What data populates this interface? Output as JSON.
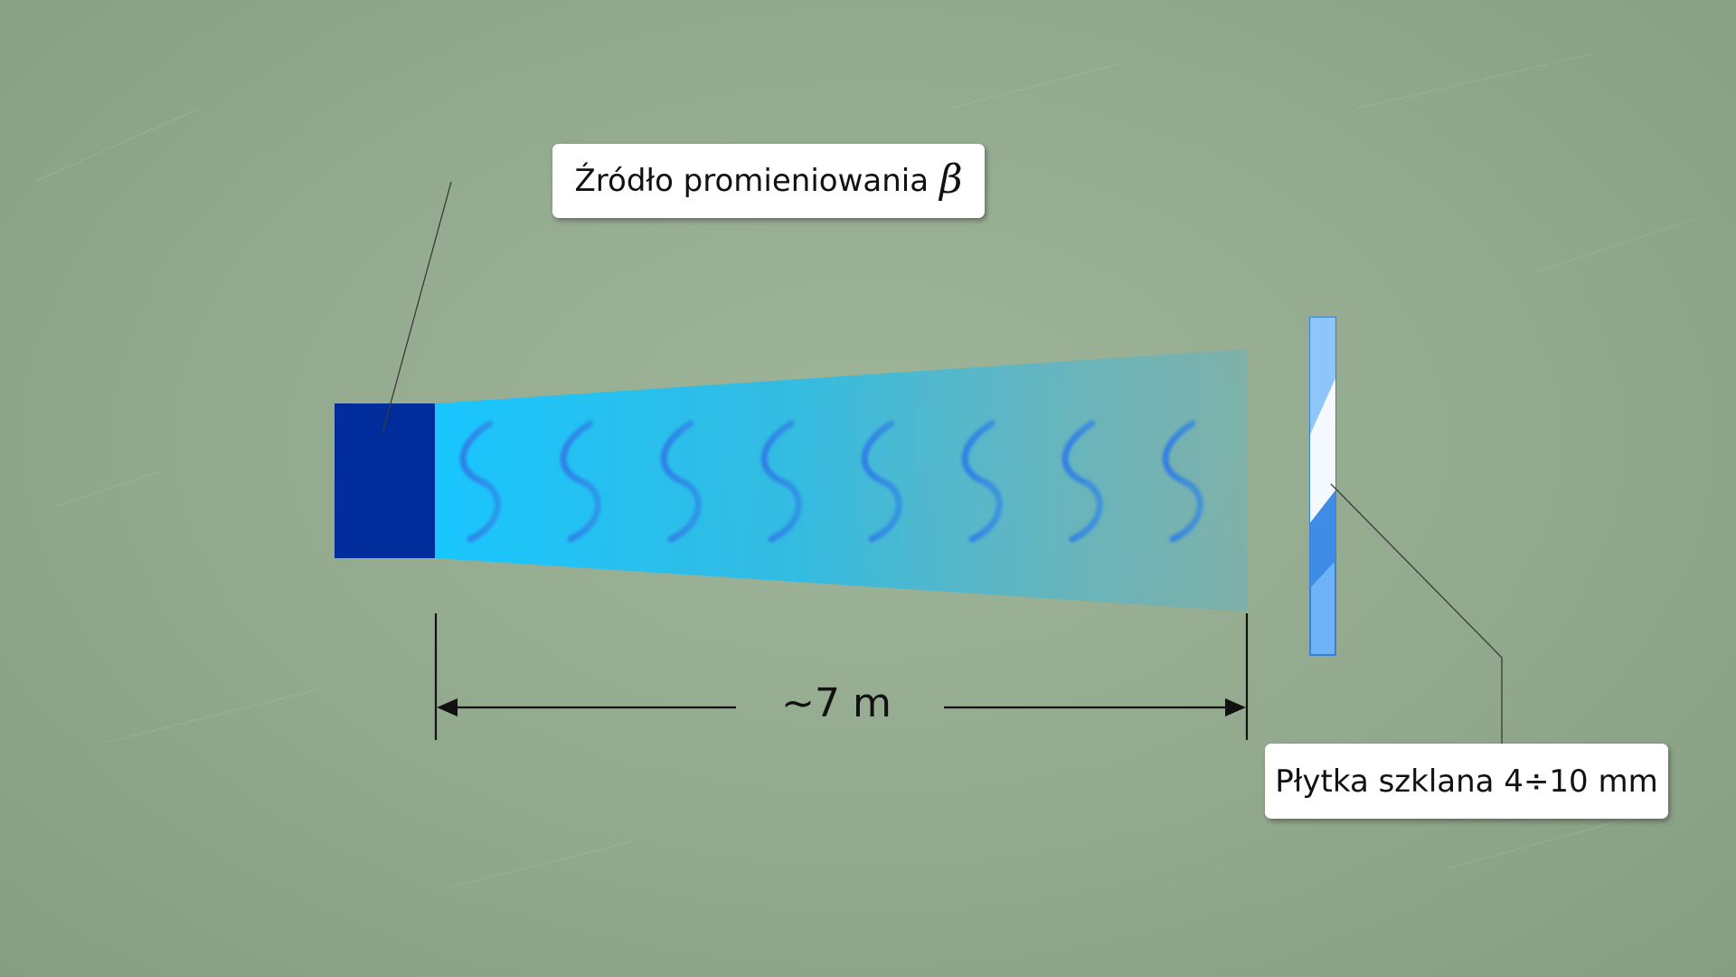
{
  "source": {
    "label": "Źródło promieniowania",
    "symbol": "β",
    "color": "#002d9b"
  },
  "beam": {
    "color": "#19c3ff",
    "wave_color": "#2f86e6",
    "wave_count": 8
  },
  "plate": {
    "label": "Płytka szklana 4÷10 mm",
    "color": "#6fb2f5"
  },
  "distance": {
    "label": "~7 m"
  },
  "background_color": "#96ac91"
}
